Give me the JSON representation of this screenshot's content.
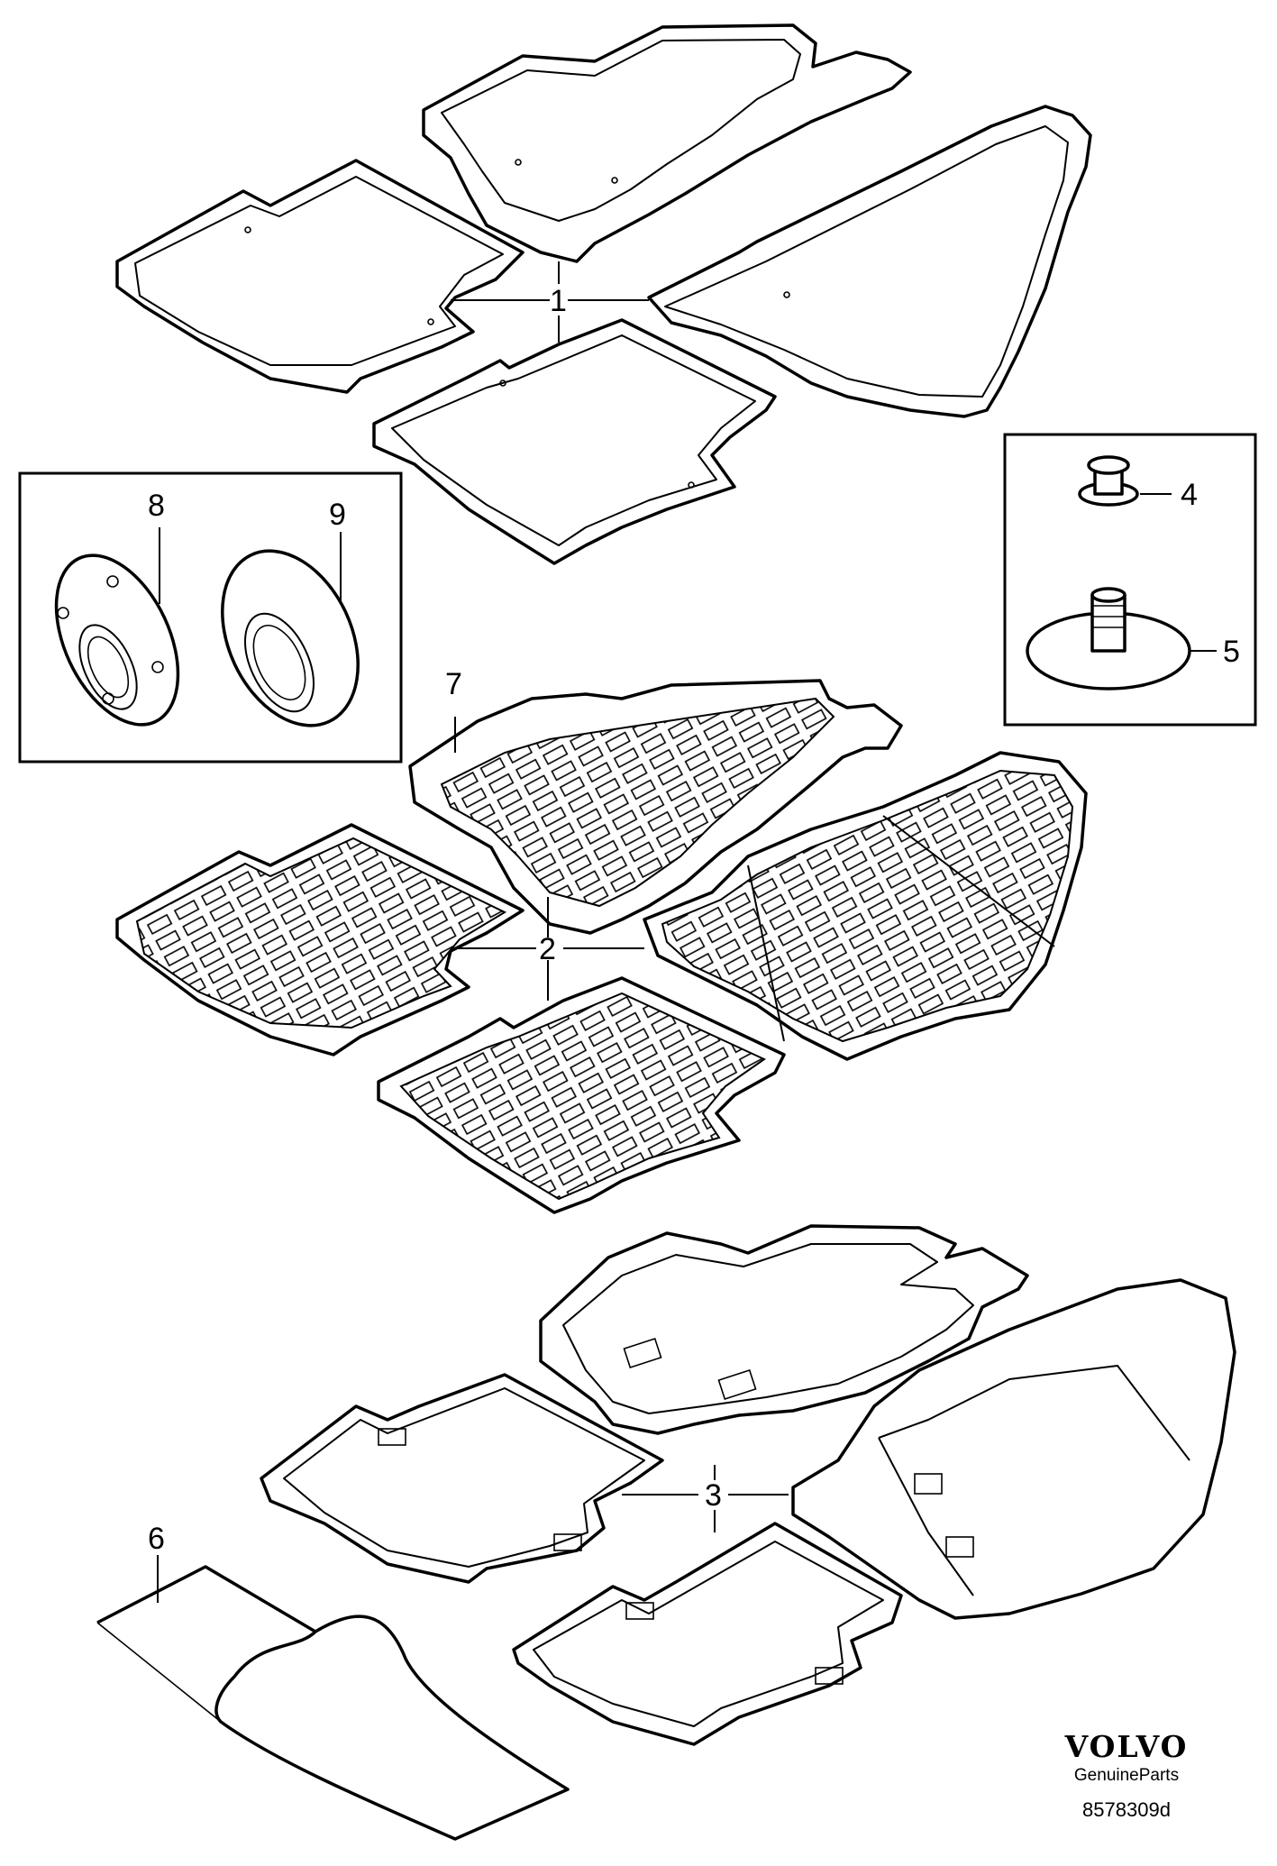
{
  "callouts": [
    "1",
    "2",
    "3",
    "4",
    "5",
    "6",
    "7",
    "8",
    "9"
  ],
  "brand": {
    "logo": "VOLVO",
    "subtitle": "GenuineParts",
    "drawing_number": "8578309d"
  }
}
